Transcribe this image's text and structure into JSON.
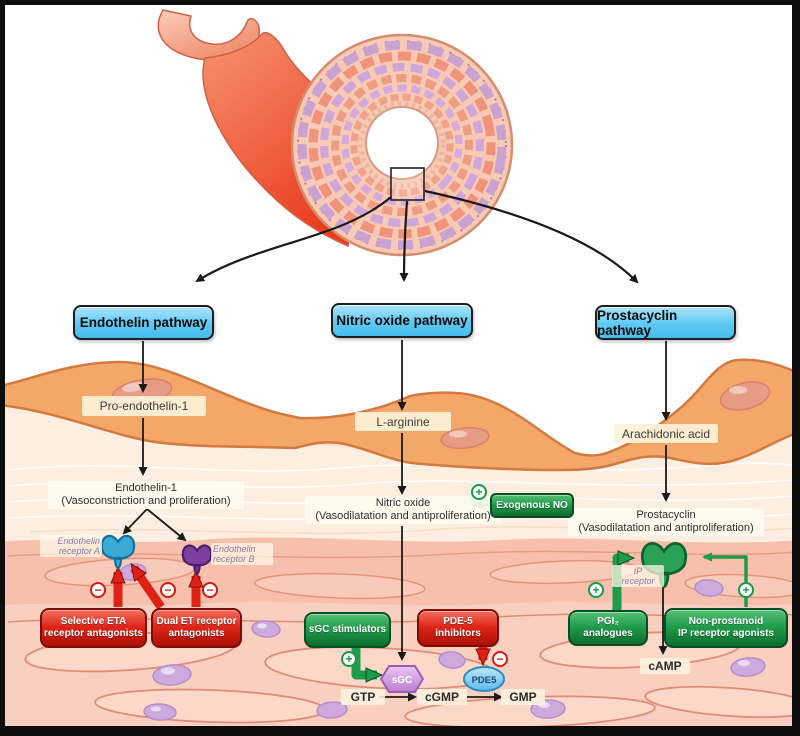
{
  "pathway_titles": {
    "endothelin": "Endothelin pathway",
    "nitric_oxide": "Nitric oxide pathway",
    "prostacyclin": "Prostacyclin pathway"
  },
  "endothelin": {
    "precursor": "Pro-endothelin-1",
    "mediator": "Endothelin-1",
    "mediator_effect": "(Vasoconstriction and proliferation)",
    "receptor_a": {
      "line1": "Endothelin",
      "line2": "receptor A"
    },
    "receptor_b": {
      "line1": "Endothelin",
      "line2": "receptor B"
    },
    "drugs": [
      {
        "line1": "Selective ETA",
        "line2": "receptor antagonists"
      },
      {
        "line1": "Dual ET receptor",
        "line2": "antagonists"
      }
    ]
  },
  "nitric_oxide": {
    "precursor": "L-arginine",
    "mediator": "Nitric oxide",
    "mediator_effect": "(Vasodilatation and antiproliferation)",
    "exogenous_no": "Exogenous NO",
    "sgc_stimulators": "sGC stimulators",
    "pde5_inhibitors": {
      "line1": "PDE-5",
      "line2": "inhibitors"
    },
    "sgc_enzyme": "sGC",
    "pde5_enzyme": "PDE5",
    "gtp": "GTP",
    "cgmp": "cGMP",
    "gmp": "GMP"
  },
  "prostacyclin": {
    "precursor": "Arachidonic acid",
    "mediator": "Prostacyclin",
    "mediator_effect": "(Vasodilatation and antiproliferation)",
    "ip_receptor": {
      "line1": "IP",
      "line2": "receptor"
    },
    "camp": "cAMP",
    "drugs": [
      {
        "line1": "PGI₂",
        "line2": "analogues"
      },
      {
        "line1": "Non-prostanoid",
        "line2": "IP receptor agonists"
      }
    ]
  },
  "signs": {
    "plus": "+",
    "minus": "−"
  },
  "colors": {
    "pathway_box_blue": "#5ec9f2",
    "inhibitor_red": "#dd2417",
    "stimulator_green": "#1f9a48",
    "endothelium_orange": "#f3a768",
    "muscle_pink": "#f8c7b4",
    "nucleus_purple": "#cda8dd",
    "receptor_a_blue": "#3aa9d4",
    "receptor_b_purple": "#7c3fa0",
    "ip_receptor_green": "#2aa155",
    "sgc_purple": "#cf97dd",
    "pde5_blue": "#8ed2f4"
  }
}
